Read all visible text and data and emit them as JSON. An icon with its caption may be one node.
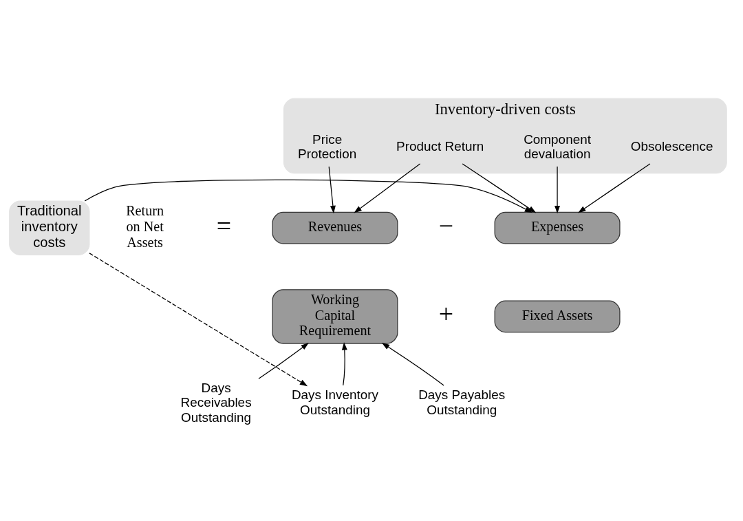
{
  "diagram": {
    "nodes": [
      {
        "text": [
          "Inventory-driven costs"
        ]
      },
      {
        "text": [
          "Price Protection"
        ],
        "in": 0
      },
      {
        "text": [
          "Product Return"
        ],
        "in": 0
      },
      {
        "text": [
          "Obsolescence"
        ],
        "in": 0
      },
      {
        "text": [
          "Component devaluation"
        ],
        "in": 0
      },
      {
        "text": [
          "Traditional inventory costs"
        ]
      },
      {
        "text": [
          "Revenues"
        ]
      },
      {
        "text": [
          "Expenses"
        ]
      },
      {
        "text": [
          "Working Capital Requirement"
        ]
      },
      {
        "text": [
          "Fixed Assets"
        ]
      },
      {
        "text": [
          "Days Receivables Outstanding"
        ]
      },
      {
        "text": [
          "Days Inventory Outstanding"
        ]
      },
      {
        "text": [
          "Days Payables Outstanding"
        ]
      }
    ],
    "edges": [
      {
        "from": 1,
        "to": 6,
        "arrow": "to"
      },
      {
        "from": 2,
        "to": 6,
        "arrow": "to"
      },
      {
        "from": 2,
        "to": 7,
        "arrow": "to"
      },
      {
        "from": 3,
        "to": 7,
        "arrow": "to"
      },
      {
        "from": 4,
        "to": 7,
        "arrow": "to"
      },
      {
        "from": 5,
        "to": 7,
        "arrow": "to"
      },
      {
        "from": 10,
        "to": 8,
        "arrow": "to"
      },
      {
        "from": 11,
        "to": 8,
        "arrow": "to"
      },
      {
        "from": 12,
        "to": 8,
        "arrow": "to"
      },
      {
        "from": 5,
        "to": 11,
        "arrow": "to",
        "style": "dashed"
      }
    ],
    "labels": [
      "Return on Net Assets",
      "=",
      "−",
      "+"
    ]
  }
}
